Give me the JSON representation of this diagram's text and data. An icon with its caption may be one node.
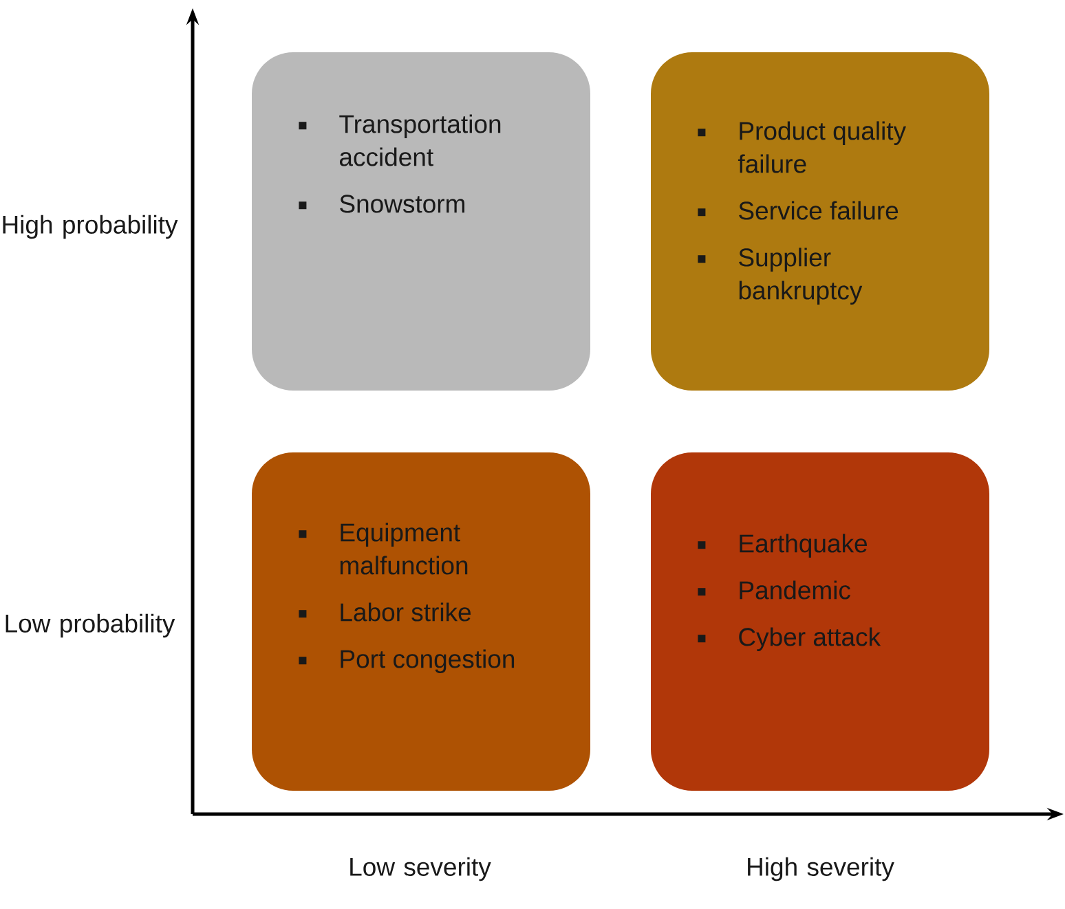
{
  "diagram": {
    "nodes": [
      {
        "text": [
          "Transportation accident",
          "Snowstorm"
        ]
      },
      {
        "text": [
          "Product quality failure",
          "Service failure",
          "Supplier bankruptcy"
        ]
      },
      {
        "text": [
          "Equipment malfunction",
          "Labor strike",
          "Port congestion"
        ]
      },
      {
        "text": [
          "Earthquake",
          "Pandemic",
          "Cyber attack"
        ]
      }
    ],
    "labels": [
      "High probability",
      "Low probability",
      "Low severity",
      "High severity"
    ]
  }
}
